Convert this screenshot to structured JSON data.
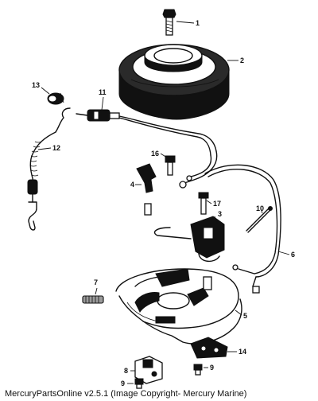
{
  "diagram": {
    "callouts": [
      {
        "id": "1",
        "text": "1"
      },
      {
        "id": "2",
        "text": "2"
      },
      {
        "id": "3",
        "text": "3"
      },
      {
        "id": "4",
        "text": "4"
      },
      {
        "id": "5",
        "text": "5"
      },
      {
        "id": "6",
        "text": "6"
      },
      {
        "id": "7",
        "text": "7"
      },
      {
        "id": "8",
        "text": "8"
      },
      {
        "id": "9a",
        "text": "9"
      },
      {
        "id": "9b",
        "text": "9"
      },
      {
        "id": "10",
        "text": "10"
      },
      {
        "id": "11",
        "text": "11"
      },
      {
        "id": "12",
        "text": "12"
      },
      {
        "id": "13",
        "text": "13"
      },
      {
        "id": "14",
        "text": "14"
      },
      {
        "id": "16",
        "text": "16"
      },
      {
        "id": "17",
        "text": "17"
      }
    ],
    "footer": "MercuryPartsOnline v2.5.1 (Image Copyright- Mercury Marine)"
  }
}
